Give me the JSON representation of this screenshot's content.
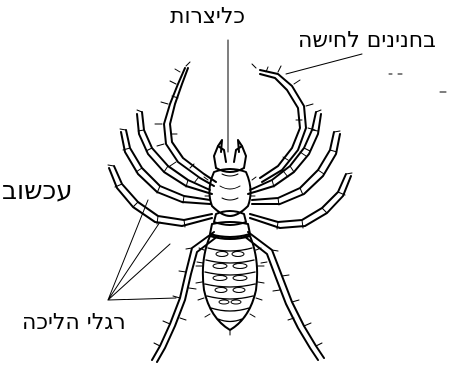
{
  "labels": {
    "chelicerae": "כליצרות",
    "pedipalps": "בחנינים לחישה",
    "arachnid": "עכשוב",
    "walking_legs": "רגלי הליכה"
  },
  "colors": {
    "ink": "#000000",
    "background": "#ffffff"
  }
}
